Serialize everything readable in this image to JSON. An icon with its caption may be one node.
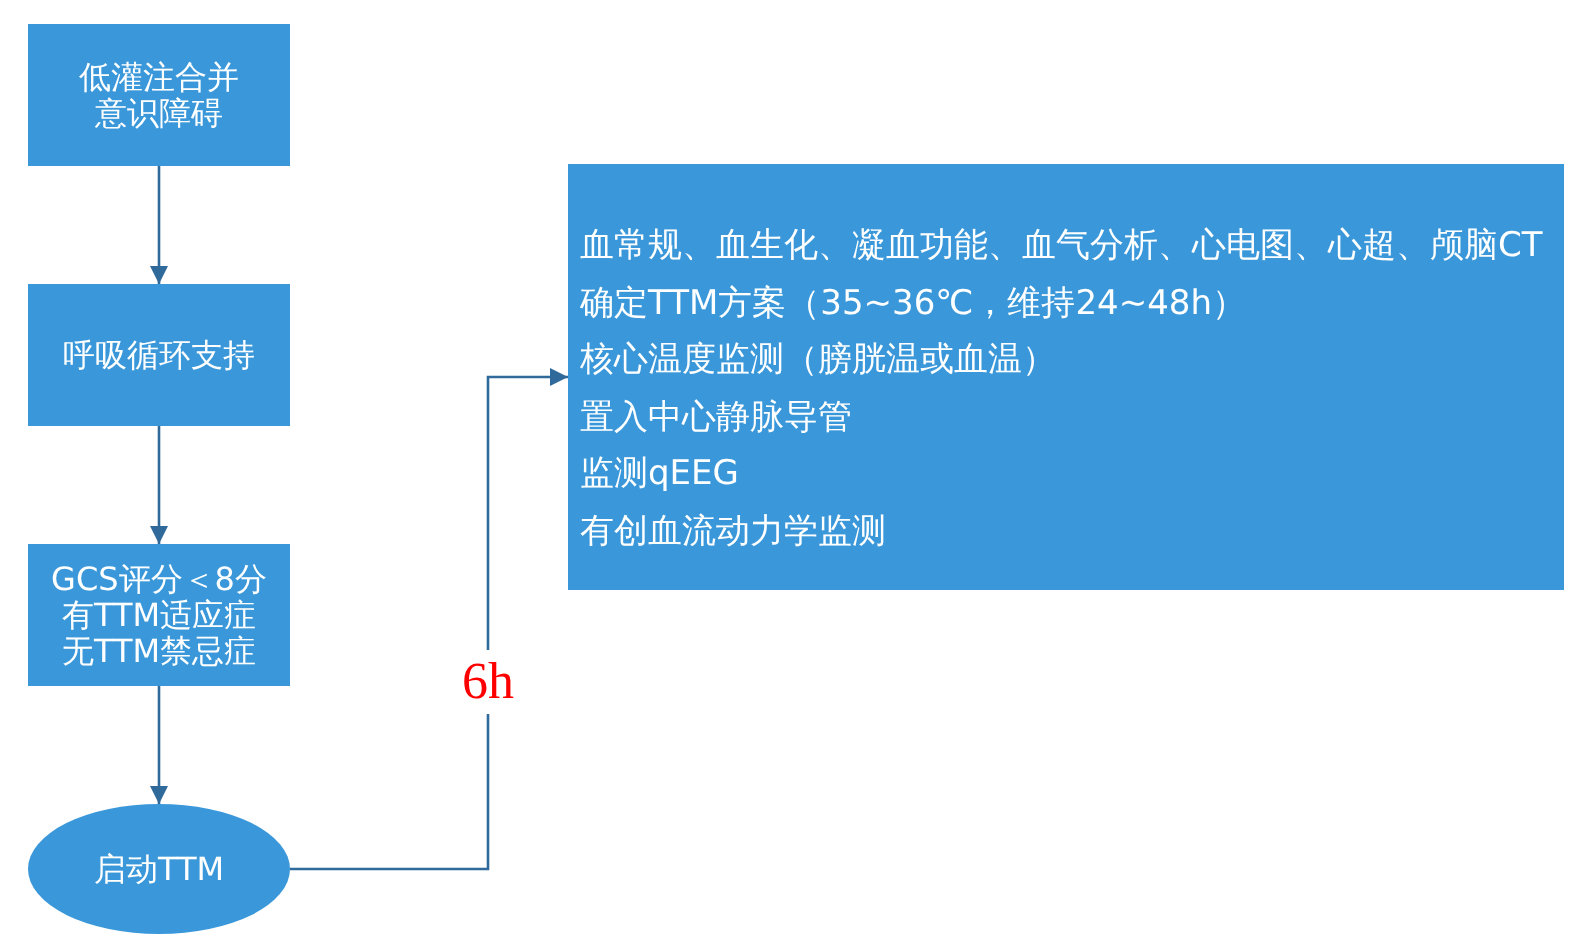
{
  "diagram": {
    "nodes": [
      {
        "text": [
          "低灌注合并意识障碍"
        ]
      },
      {
        "text": [
          "呼吸循环支持"
        ]
      },
      {
        "text": [
          "GCS评分＜8分有TTM适应症无TTM禁忌症"
        ]
      },
      {
        "text": [
          "启动TTM"
        ]
      },
      {
        "text": [
          "血常规、血生化、凝血功能、血气分析、心电图、心超、颅脑CT",
          "确定TTM方案（35~36℃，维持24~48h）",
          "核心温度监测（膀胱温或血温）",
          "置入中心静脉导管",
          "监测qEEG",
          "有创血流动力学监测"
        ]
      }
    ],
    "edges": [
      {
        "from": 0,
        "to": 1,
        "arrow": "to"
      },
      {
        "from": 1,
        "to": 2,
        "arrow": "to"
      },
      {
        "from": 2,
        "to": 3,
        "arrow": "to"
      },
      {
        "from": 3,
        "to": 4,
        "arrow": "to",
        "label": "6h"
      }
    ]
  }
}
